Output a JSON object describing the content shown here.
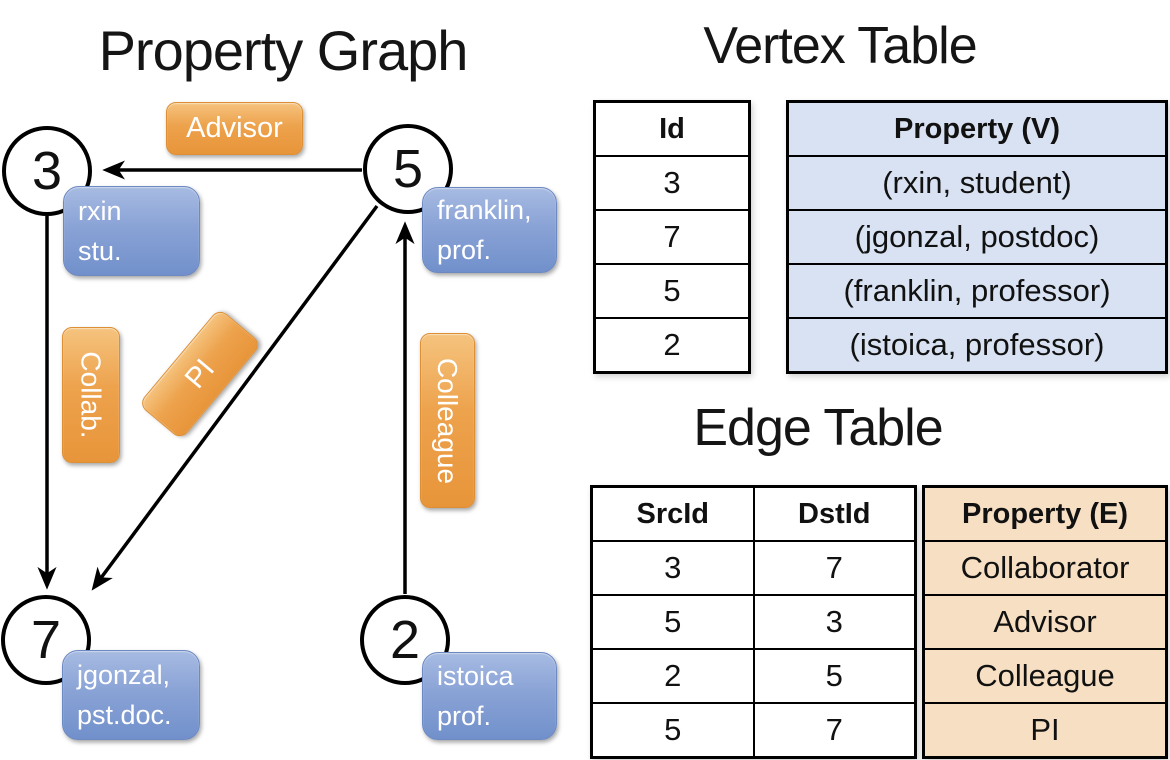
{
  "graph": {
    "title": "Property Graph",
    "nodes": [
      {
        "id": "3",
        "line1": "rxin",
        "line2": "stu."
      },
      {
        "id": "5",
        "line1": "franklin,",
        "line2": "prof."
      },
      {
        "id": "7",
        "line1": "jgonzal,",
        "line2": "pst.doc."
      },
      {
        "id": "2",
        "line1": "istoica",
        "line2": "prof."
      }
    ],
    "edges": [
      {
        "src": "5",
        "dst": "3",
        "label": "Advisor"
      },
      {
        "src": "3",
        "dst": "7",
        "label": "Collab."
      },
      {
        "src": "5",
        "dst": "7",
        "label": "PI"
      },
      {
        "src": "2",
        "dst": "5",
        "label": "Colleague"
      }
    ]
  },
  "vertex_table": {
    "title": "Vertex Table",
    "col_id": "Id",
    "col_property": "Property (V)",
    "rows": [
      {
        "id": "3",
        "property": "(rxin, student)"
      },
      {
        "id": "7",
        "property": "(jgonzal, postdoc)"
      },
      {
        "id": "5",
        "property": "(franklin, professor)"
      },
      {
        "id": "2",
        "property": "(istoica, professor)"
      }
    ]
  },
  "edge_table": {
    "title": "Edge Table",
    "col_src": "SrcId",
    "col_dst": "DstId",
    "col_property": "Property (E)",
    "rows": [
      {
        "src": "3",
        "dst": "7",
        "property": "Collaborator"
      },
      {
        "src": "5",
        "dst": "3",
        "property": "Advisor"
      },
      {
        "src": "2",
        "dst": "5",
        "property": "Colleague"
      },
      {
        "src": "5",
        "dst": "7",
        "property": "PI"
      }
    ]
  },
  "colors": {
    "vertex_box_top": "#a7bbe2",
    "vertex_box_bottom": "#7190cb",
    "edge_box_top": "#f5c37e",
    "edge_box_bottom": "#e8953a",
    "vertex_cell_fill": "#d9e2f2",
    "edge_cell_fill": "#f7dfc4",
    "line_color": "#000000"
  }
}
